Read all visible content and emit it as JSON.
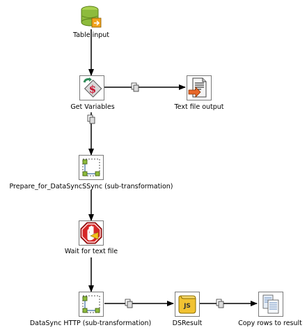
{
  "steps": {
    "table_input": {
      "label": "Table input",
      "icon": "database-cylinder-icon"
    },
    "get_variables": {
      "label": "Get Variables",
      "icon": "dollar-variable-icon"
    },
    "text_file_output": {
      "label": "Text file output",
      "icon": "text-file-output-icon"
    },
    "prepare_for_datasync": {
      "label": "Prepare_for_DataSyncSSync (sub-transformation)",
      "icon": "sub-transformation-icon"
    },
    "wait_for_text_file": {
      "label": "Wait for text file",
      "icon": "stop-hand-icon"
    },
    "datasync_http": {
      "label": "DataSync HTTP (sub-transformation)",
      "icon": "sub-transformation-icon"
    },
    "dsresult": {
      "label": "DSResult",
      "icon": "javascript-scroll-icon"
    },
    "copy_rows_to_result": {
      "label": "Copy rows to result",
      "icon": "copy-rows-icon"
    }
  },
  "colors": {
    "hop_line": "#000000",
    "node_border": "#7a7a7a",
    "db_green": "#8dbb3c",
    "stop_red": "#d62828",
    "dollar_red": "#c8102e"
  }
}
